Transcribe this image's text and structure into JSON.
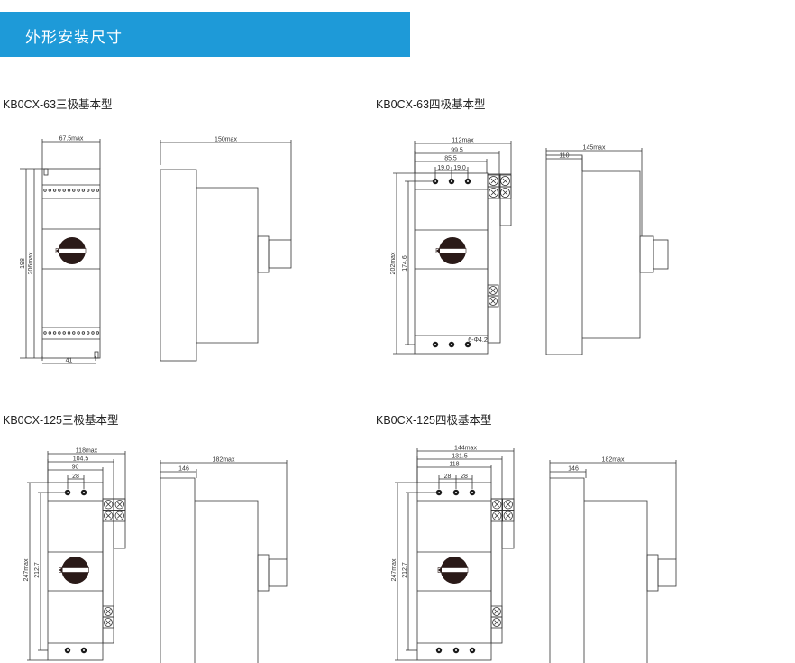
{
  "header": {
    "title": "外形安装尺寸",
    "color": "#1e9ad8"
  },
  "sections": [
    {
      "title": "KB0CX-63三极基本型",
      "front": {
        "width_max": "67.5max",
        "height": "198",
        "height_max": "206max",
        "mount": "41"
      },
      "side": {
        "depth_max": "150max"
      }
    },
    {
      "title": "KB0CX-63四极基本型",
      "front": {
        "width_max": "112max",
        "w2": "99.5",
        "w3": "85.5",
        "pitch1": "19.0",
        "pitch2": "19.0",
        "height_max": "202max",
        "height": "174.6",
        "holes": "6-Φ4.2"
      },
      "side": {
        "depth_max": "145max",
        "depth": "110"
      }
    },
    {
      "title": "KB0CX-125三极基本型",
      "front": {
        "width_max": "118max",
        "w2": "104.5",
        "w3": "90",
        "pitch1": "28",
        "height_max": "247max",
        "height": "212.7"
      },
      "side": {
        "depth_max": "182max",
        "depth": "146"
      }
    },
    {
      "title": "KB0CX-125四极基本型",
      "front": {
        "width_max": "144max",
        "w2": "131.5",
        "w3": "118",
        "pitch1": "28",
        "pitch2": "28",
        "height_max": "247max",
        "height": "212.7"
      },
      "side": {
        "depth_max": "182max",
        "depth": "146"
      }
    }
  ]
}
